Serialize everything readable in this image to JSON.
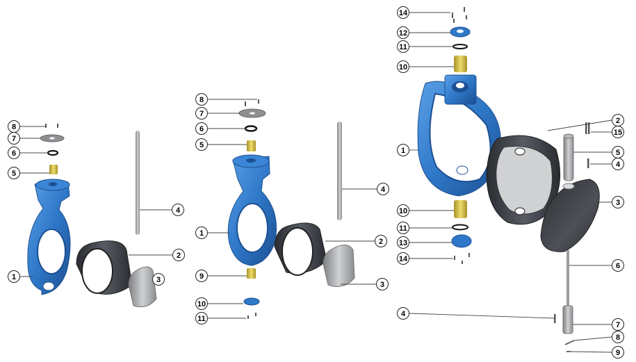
{
  "diagrams": [
    {
      "name": "wafer-butterfly-valve-left",
      "callouts": [
        "8",
        "7",
        "6",
        "5",
        "4",
        "2",
        "1",
        "3"
      ]
    },
    {
      "name": "wafer-butterfly-valve-middle",
      "callouts": [
        "8",
        "7",
        "6",
        "5",
        "4",
        "1",
        "2",
        "9",
        "3",
        "10",
        "11"
      ]
    },
    {
      "name": "lug-butterfly-valve-right",
      "callouts": [
        "14",
        "12",
        "11",
        "10",
        "2",
        "15",
        "1",
        "5",
        "4",
        "3",
        "10",
        "11",
        "13",
        "14",
        "6",
        "4",
        "7",
        "8",
        "9"
      ]
    }
  ],
  "colors": {
    "body_blue": "#2f78c8",
    "body_blue_dark": "#1d4f92",
    "liner_dark": "#3a3d44",
    "disc_grey": "#9a9c9f",
    "bushing_yellow": "#d8c24a",
    "callout_line": "#444444"
  }
}
